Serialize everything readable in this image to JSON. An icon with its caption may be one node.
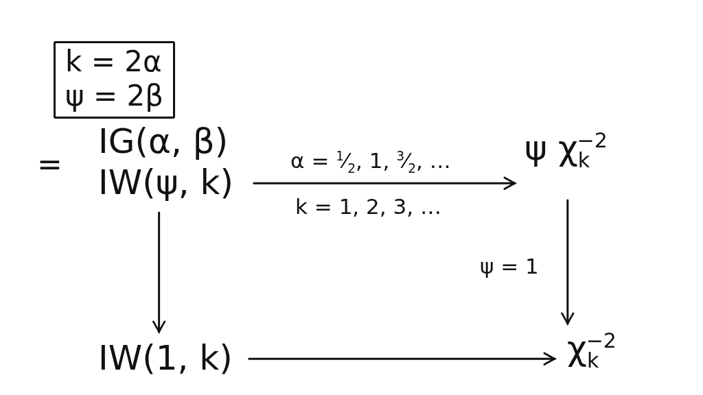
{
  "diagram": {
    "nodes": [
      {
        "text": [
          "k = 2α",
          "ψ = 2β"
        ]
      },
      {
        "text": [
          "IG(α, β)",
          "IW(ψ, k)"
        ]
      },
      {
        "text": [
          "ψ χ$_{k}$$^{−2}$"
        ]
      },
      {
        "text": [
          "IW(1, k)"
        ]
      },
      {
        "text": [
          "χ$_{k}$$^{−2}$"
        ]
      }
    ],
    "edges": [
      {
        "from": 1,
        "to": 2,
        "arrow": "to",
        "label": "α = $^{1}$⁄$_{2}$, 1, $^{3}$⁄$_{2}$, …"
      },
      {
        "from": 1,
        "to": 3,
        "arrow": "to"
      },
      {
        "from": 2,
        "to": 4,
        "arrow": "to",
        "label": "ψ = 1"
      },
      {
        "from": 3,
        "to": 4,
        "arrow": "to"
      }
    ],
    "labels": [
      "=",
      "k = 1, 2, 3, …"
    ]
  }
}
